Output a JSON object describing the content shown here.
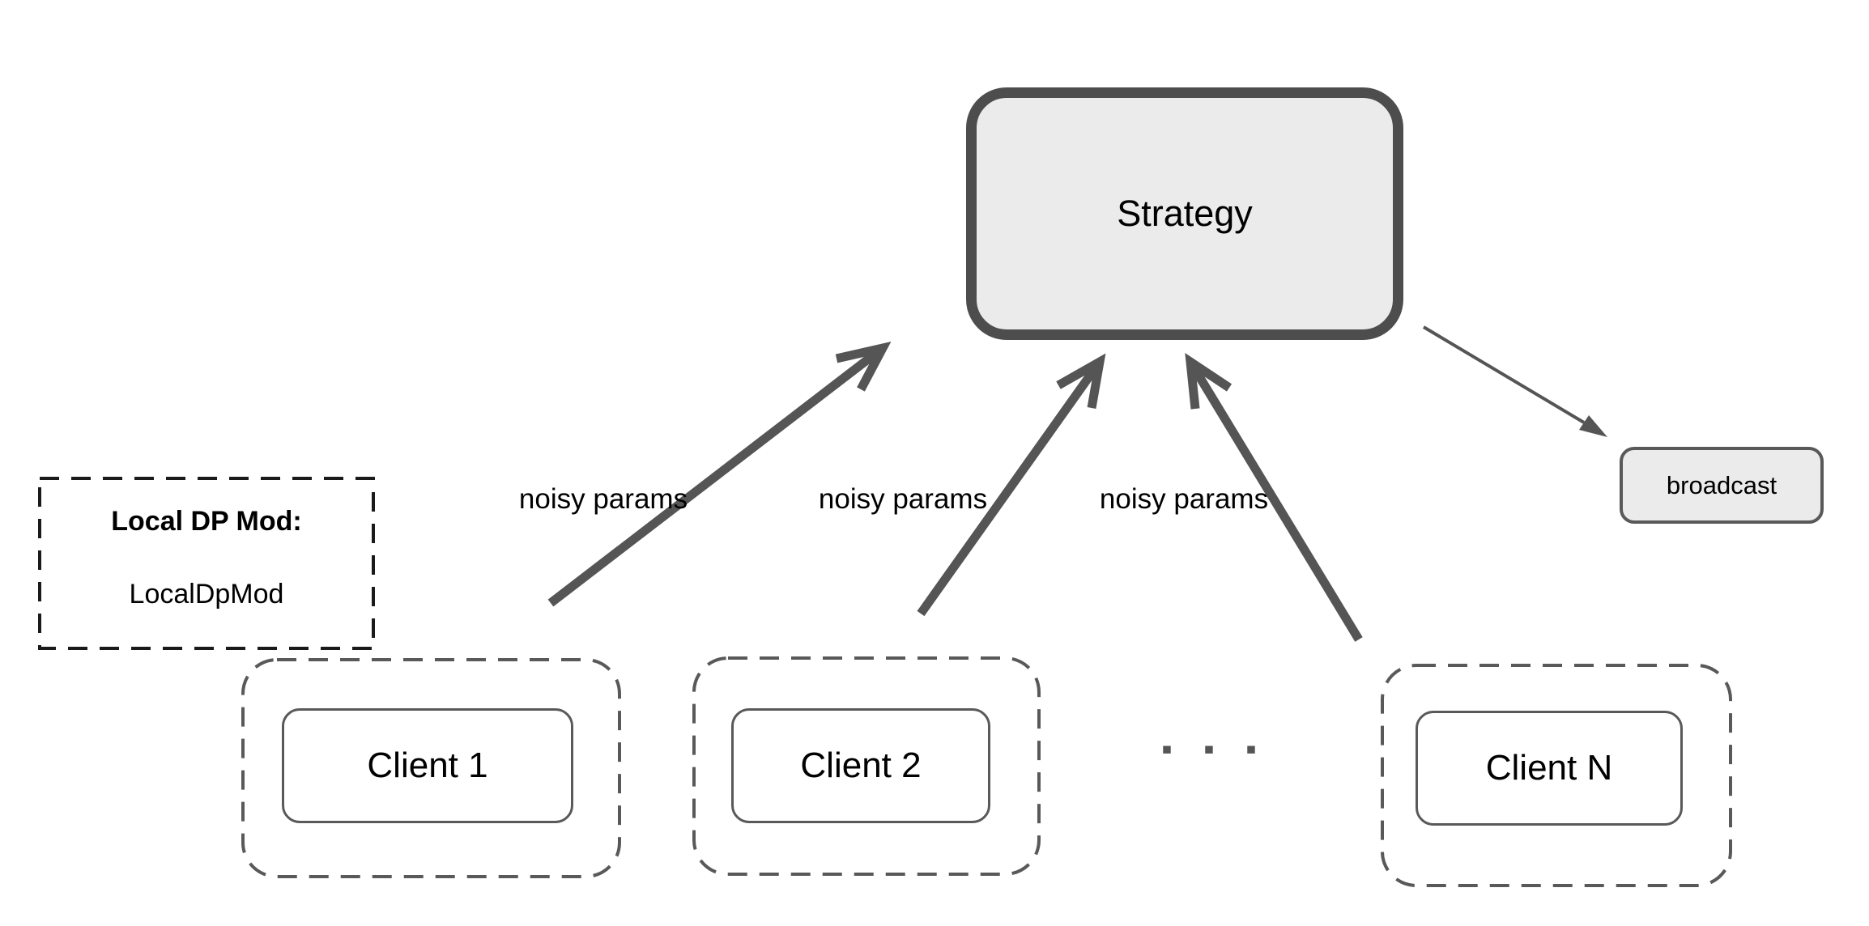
{
  "diagram": {
    "strategy": {
      "label": "Strategy"
    },
    "broadcast": {
      "label": "broadcast"
    },
    "dp_module": {
      "title": "Local DP Mod:",
      "value": "LocalDpMod"
    },
    "clients": [
      {
        "label": "Client 1"
      },
      {
        "label": "Client 2"
      },
      {
        "label": "Client N"
      }
    ],
    "arrow_labels": [
      "noisy params",
      "noisy params",
      "noisy params"
    ],
    "ellipsis": "▪ ▪ ▪",
    "colors": {
      "node_fill": "#ebebeb",
      "node_stroke": "#555555",
      "strategy_stroke": "#4d4d4d",
      "dashed_module_stroke": "#1a1a1a",
      "text": "#000000"
    }
  }
}
